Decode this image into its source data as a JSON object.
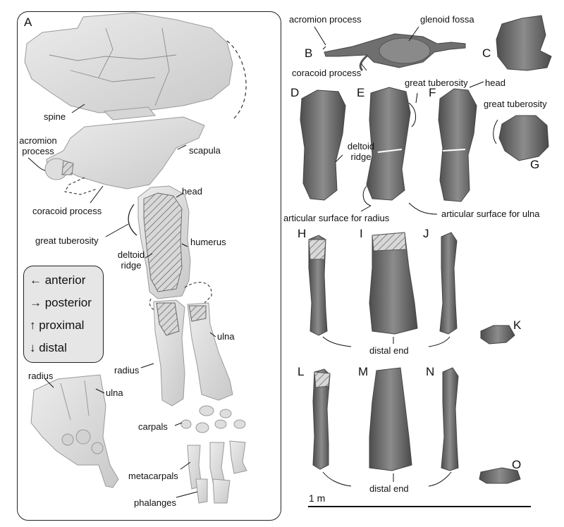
{
  "panels": {
    "A": "A",
    "B": "B",
    "C": "C",
    "D": "D",
    "E": "E",
    "F": "F",
    "G": "G",
    "H": "H",
    "I": "I",
    "J": "J",
    "K": "K",
    "L": "L",
    "M": "M",
    "N": "N",
    "O": "O"
  },
  "labels": {
    "spine": "spine",
    "acromion_process_a_line1": "acromion",
    "acromion_process_a_line2": "process",
    "scapula": "scapula",
    "coracoid_process_a": "coracoid process",
    "head_a": "head",
    "great_tuberosity_a": "great tuberosity",
    "deltoid_ridge_a_line1": "deltoid",
    "deltoid_ridge_a_line2": "ridge",
    "humerus": "humerus",
    "ulna_a": "ulna",
    "radius_a": "radius",
    "radius_manus": "radius",
    "ulna_manus": "ulna",
    "carpals": "carpals",
    "metacarpals": "metacarpals",
    "phalanges": "phalanges",
    "acromion_process_b": "acromion process",
    "glenoid_fossa": "glenoid fossa",
    "coracoid_process_b": "coracoid process",
    "great_tuberosity_ef": "great tuberosity",
    "head_f": "head",
    "great_tuberosity_g": "great tuberosity",
    "deltoid_ridge_d_line1": "deltoid",
    "deltoid_ridge_d_line2": "ridge",
    "articular_radius": "articular surface for radius",
    "articular_ulna": "articular surface for ulna",
    "distal_end_upper": "distal end",
    "distal_end_lower": "distal end",
    "scale": "1 m"
  },
  "legend": {
    "anterior": "← anterior",
    "posterior": "→ posterior",
    "proximal": "↑ proximal",
    "distal": "↓ distal"
  },
  "colors": {
    "bone_model": "#dcdcdc",
    "bone_photo": "#6b6b6b",
    "legend_bg": "#e6e6e6",
    "ink": "#111111"
  }
}
